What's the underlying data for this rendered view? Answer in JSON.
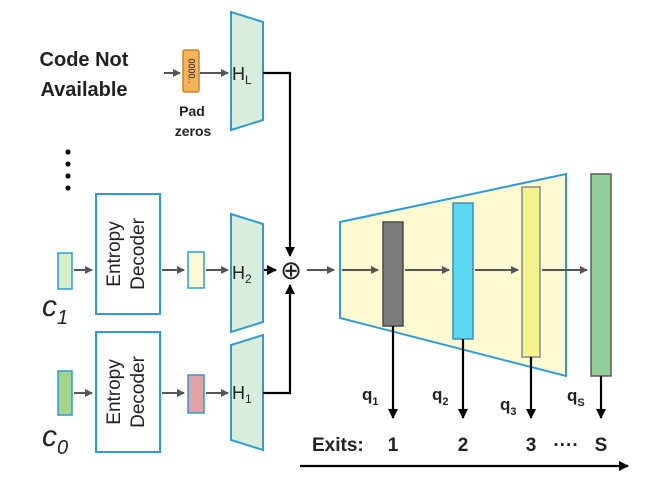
{
  "inputs": {
    "unavailable_line1": "Code Not",
    "unavailable_line2": "Available",
    "pad_chip": "0000..",
    "pad_line1": "Pad",
    "pad_line2": "zeros",
    "code_1_base": "c",
    "code_1_sub": "1",
    "code_0_base": "c",
    "code_0_sub": "0"
  },
  "decoders": {
    "top_line1": "Entropy",
    "top_line2": "Decoder",
    "bottom_line1": "Entropy",
    "bottom_line2": "Decoder"
  },
  "heads": {
    "h_l_base": "H",
    "h_l_sub": "L",
    "h_2_base": "H",
    "h_2_sub": "2",
    "h_1_base": "H",
    "h_1_sub": "1"
  },
  "merge_symbol": "⊕",
  "exits": {
    "label": "Exits:",
    "numbers": [
      "1",
      "2",
      "3",
      "S"
    ],
    "ellipsis": "····",
    "q_base": "q",
    "q_subs": [
      "1",
      "2",
      "3",
      "S"
    ]
  },
  "colors": {
    "stroke_blue": "#2e9bd6",
    "head_fill": "#d6eedb",
    "trunk_fill": "#fdf9d1",
    "stage1": "#7a7a7a",
    "stage2": "#5ad8f2",
    "stage3": "#f4f28c",
    "stage4": "#92cf9a",
    "c1_fill": "#d8eccc",
    "c0_fill": "#a6d48a",
    "pad_fill": "#f6b25c",
    "feat_yellow": "#fbfbd6",
    "feat_pink": "#e0a2a2",
    "arrow": "#555555"
  }
}
